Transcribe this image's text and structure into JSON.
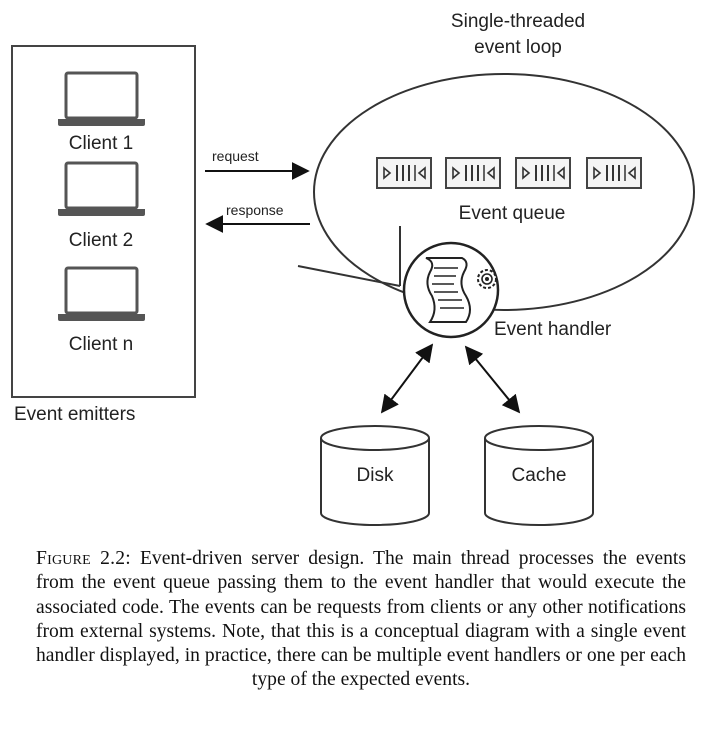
{
  "diagram": {
    "event_loop_label_line1": "Single-threaded",
    "event_loop_label_line2": "event loop",
    "clients": [
      "Client 1",
      "Client 2",
      "Client n"
    ],
    "emitters_label": "Event emitters",
    "request_label": "request",
    "response_label": "response",
    "event_queue_label": "Event queue",
    "event_handler_label": "Event handler",
    "disk_label": "Disk",
    "cache_label": "Cache",
    "queue_item_count": 4
  },
  "caption": {
    "figure_label": "Figure 2.2:",
    "text": "Event-driven server design. The main thread processes the events from the event queue passing them to the event handler that would execute the associated code. The events can be requests from clients or any other notifications from external systems. Note, that this is a conceptual diagram with a single event handler displayed, in practice, there can be multiple event handlers or one per each type of the expected events."
  }
}
